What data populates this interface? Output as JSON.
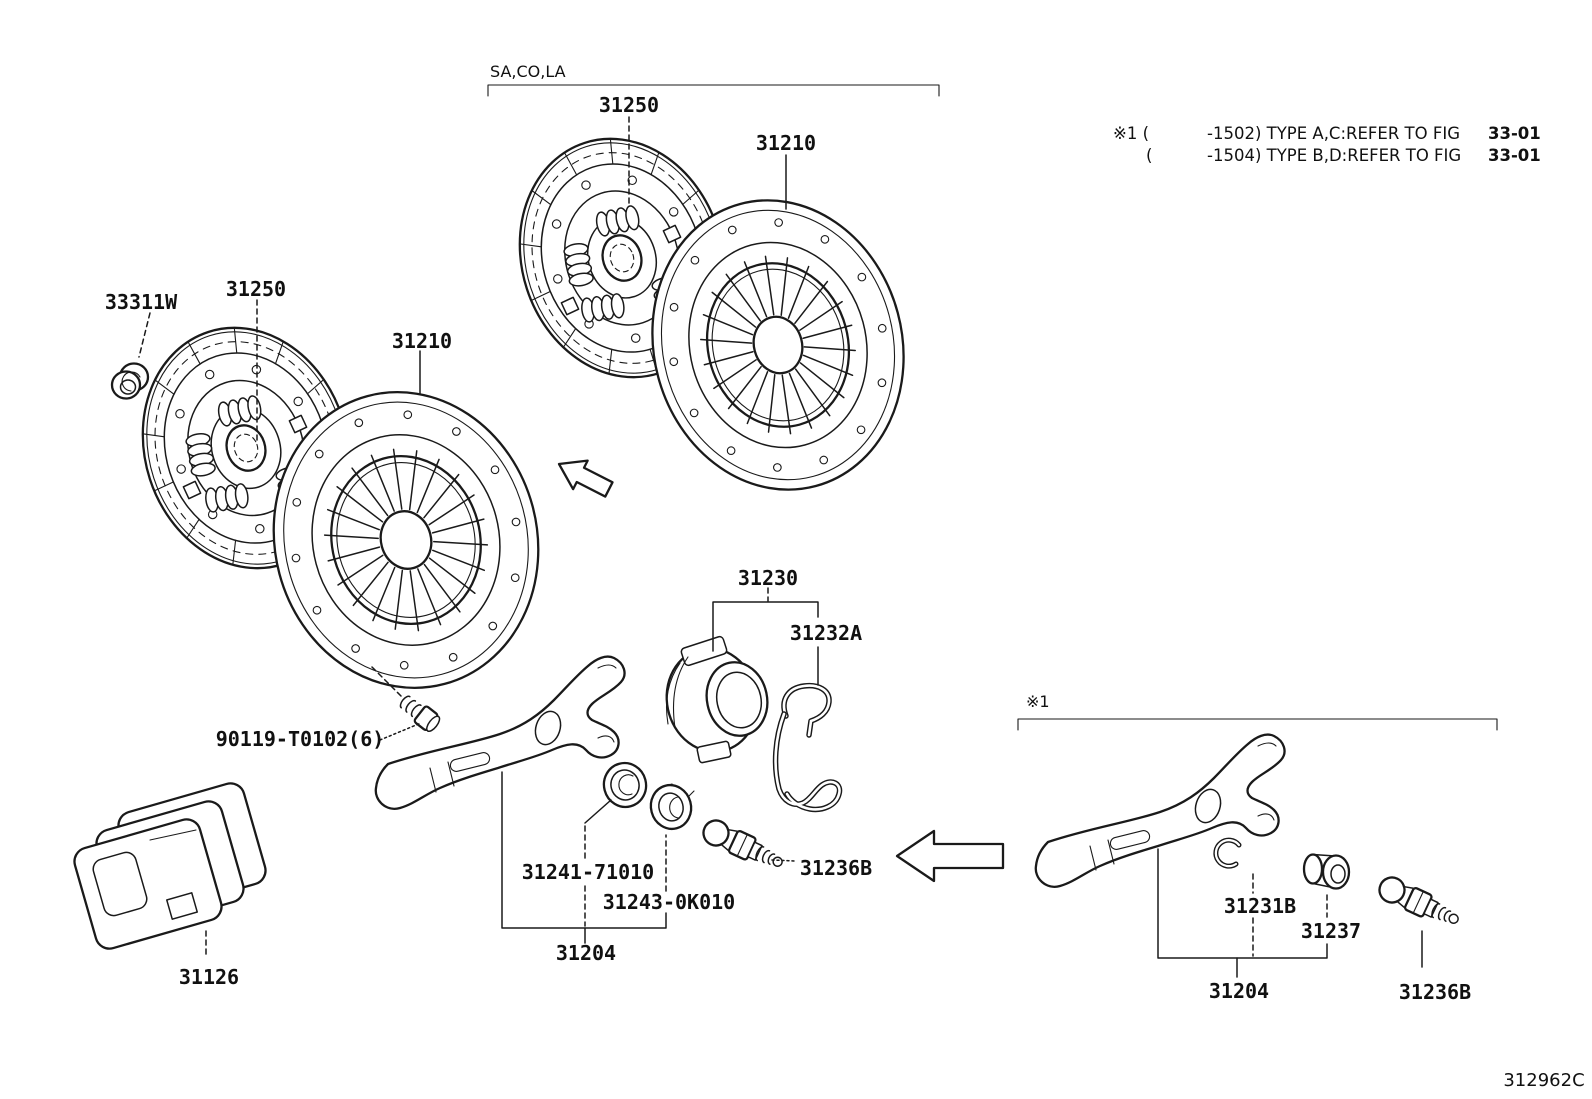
{
  "colors": {
    "line": "#1a1a1a",
    "background": "#ffffff"
  },
  "header": {
    "group_label": "SA,CO,LA"
  },
  "notes": {
    "marker_open": "※1 (",
    "range1": "-1502) TYPE A,C:REFER TO FIG",
    "paren": "(",
    "range2": "-1504) TYPE B,D:REFER TO FIG",
    "fig": "33-01",
    "marker2": "※1"
  },
  "part_labels": {
    "disc_top": "31250",
    "cover_top": "31210",
    "bearing": "33311W",
    "disc_left": "31250",
    "cover_left": "31210",
    "release_bearing": "31230",
    "clip": "31232A",
    "flywheel_bolt": "90119-T0102(6)",
    "boot": "31241-71010",
    "seal": "31243-0K010",
    "push_rod_left": "31236B",
    "fork_assembly_left": "31204",
    "housing": "31126",
    "snap_ring": "31231B",
    "bushing": "31237",
    "fork_assembly_right": "31204",
    "push_rod_right": "31236B"
  },
  "footer": {
    "figure_code": "312962C"
  }
}
